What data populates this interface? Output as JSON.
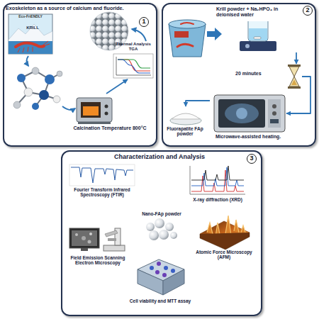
{
  "diagram": {
    "nodes": [
      {
        "text": [
          "Exoskeleton as a source of calcium and fluoride.",
          "1"
        ]
      },
      {
        "text": [
          "Eco-FriENDLY",
          "KRILL"
        ],
        "in": 0
      },
      {
        "text": [
          "Thermal Analysis TGA"
        ],
        "in": 0
      },
      {
        "text": [
          "Calcination Temperature 800°C"
        ],
        "in": 0
      },
      {
        "text": [
          "2"
        ]
      },
      {
        "text": [
          "Krill powder + Na₂HPO₄ in deionised water"
        ],
        "in": 4
      },
      {
        "text": [
          "20 minutes"
        ],
        "in": 4
      },
      {
        "text": [
          "Microwave-assisted heating."
        ],
        "in": 4
      },
      {
        "text": [
          "Fluorapatite FAp powder"
        ],
        "in": 4
      },
      {
        "text": [
          "Characterization and Analysis",
          "3"
        ]
      },
      {
        "text": [
          "Fourier Transform Infrared Spectroscopy (FTIR)"
        ],
        "in": 9
      },
      {
        "text": [
          "X-ray diffraction (XRD)"
        ],
        "in": 9
      },
      {
        "text": [
          "Nano-FAp powder"
        ],
        "in": 9
      },
      {
        "text": [
          "Field Emission Scanning Electron Microscopy"
        ],
        "in": 9
      },
      {
        "text": [
          "Atomic Force Microscopy (AFM)"
        ],
        "in": 9
      },
      {
        "text": [
          "Cell viability and MTT assay"
        ],
        "in": 9
      }
    ],
    "edges": [
      {
        "from": 3,
        "to": 2,
        "arrow": "to"
      },
      {
        "from": 5,
        "to": 6,
        "arrow": "to"
      },
      {
        "from": 6,
        "to": 7,
        "arrow": "to"
      },
      {
        "from": 7,
        "to": 8,
        "arrow": "to"
      }
    ]
  }
}
